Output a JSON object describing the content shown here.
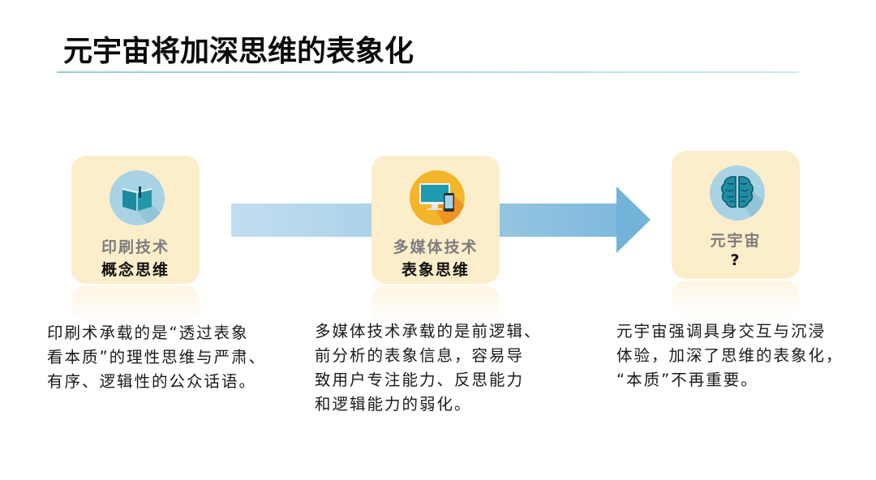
{
  "header": {
    "title": "元宇宙将加深思维的表象化"
  },
  "flow": {
    "arrow_color": "#74b3d9",
    "cards": [
      {
        "icon": "book-icon",
        "icon_bg": "#a7d3e4",
        "technology": "印刷技术",
        "thinking": "概念思维"
      },
      {
        "icon": "monitor-phone-icon",
        "icon_bg": "#f3b62b",
        "technology": "多媒体技术",
        "thinking": "表象思维"
      },
      {
        "icon": "brain-icon",
        "icon_bg": "#a7d3e4",
        "technology": "元宇宙",
        "thinking": "?"
      }
    ]
  },
  "descriptions": [
    {
      "lines": [
        "印刷术承载的是“透过表象",
        "看本质”的理性思维与严肃、",
        "有序、逻辑性的公众话语。"
      ]
    },
    {
      "lines": [
        "多媒体技术承载的是前逻辑、",
        "前分析的表象信息，容易导",
        "致用户专注能力、反思能力",
        "和逻辑能力的弱化。"
      ]
    },
    {
      "lines": [
        "元宇宙强调具身交互与沉浸",
        "体验，加深了思维的表象化，",
        "“本质”不再重要。"
      ]
    }
  ]
}
